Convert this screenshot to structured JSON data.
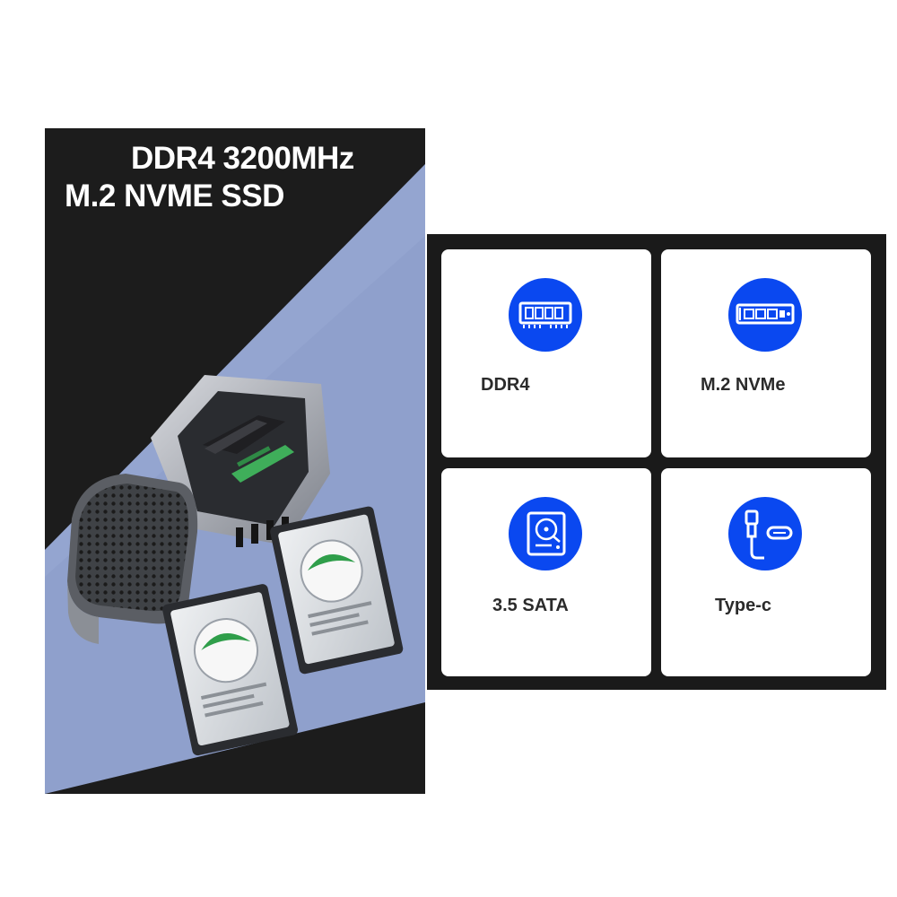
{
  "poster": {
    "headline_line1": "DDR4 3200MHz",
    "headline_line2": "M.2 NVME SSD",
    "colors": {
      "dark": "#1c1c1c",
      "diagonal_band": "#8fa0cc"
    }
  },
  "features": {
    "accent_color": "#0a48f0",
    "items": [
      {
        "label": "DDR4",
        "icon": "ram-module-icon"
      },
      {
        "label": "M.2 NVMe",
        "icon": "m2-ssd-icon"
      },
      {
        "label": "3.5 SATA",
        "icon": "hard-drive-icon"
      },
      {
        "label": "Type-c",
        "icon": "usb-type-c-icon"
      }
    ]
  }
}
